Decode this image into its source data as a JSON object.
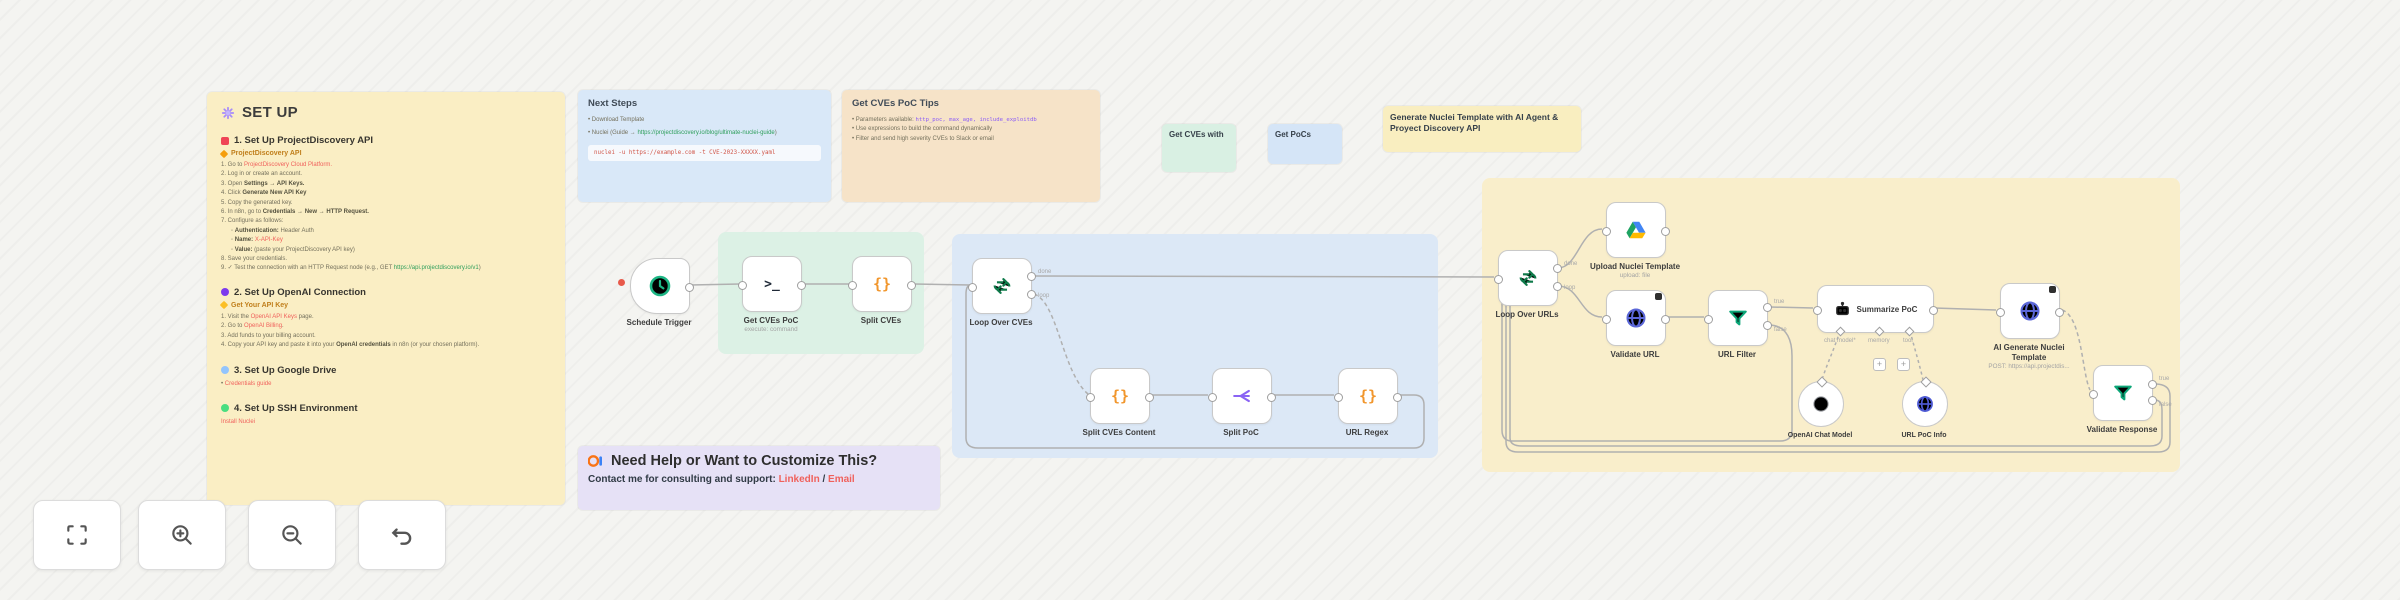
{
  "stickies": {
    "setup": {
      "title": "SET UP",
      "s1": {
        "heading": "1. Set Up ProjectDiscovery API",
        "subheading": "ProjectDiscovery API",
        "steps": [
          {
            "pre": "1. Go to ",
            "lr": "ProjectDiscovery Cloud Platform."
          },
          {
            "pre": "2. Log in or create an account."
          },
          {
            "pre": "3. Open ",
            "b": "Settings → API Keys."
          },
          {
            "pre": "4. Click ",
            "b": "Generate New API Key"
          },
          {
            "pre": "5. Copy the generated key."
          },
          {
            "pre": "6. In n8n, go to ",
            "b": "Credentials → New → HTTP Request."
          },
          {
            "pre": "7. Configure as follows:"
          }
        ],
        "subs": [
          {
            "pre": "◦ ",
            "b": "Authentication:",
            "post": " Header Auth"
          },
          {
            "pre": "◦ ",
            "b": "Name: ",
            "lr": "X-API-Key"
          },
          {
            "pre": "◦ ",
            "b": "Value:",
            "post": " (paste your ProjectDiscovery API key)"
          }
        ],
        "steps2": [
          {
            "pre": "8. Save your credentials."
          },
          {
            "pre": "9. ✓ Test the connection with an HTTP Request node (e.g., GET ",
            "lg": "https://api.projectdiscovery.io/v1",
            "post": ")"
          }
        ]
      },
      "s2": {
        "heading": "2. Set Up OpenAI Connection",
        "subheading": "Get Your API Key",
        "steps": [
          {
            "pre": "1. Visit the ",
            "lr": "OpenAI API Keys",
            "post": " page."
          },
          {
            "pre": "2. Go to ",
            "lr": "OpenAI Billing",
            "post": "."
          },
          {
            "pre": "3. Add funds to your billing account."
          },
          {
            "pre": "4. Copy your API key and paste it into your ",
            "b": "OpenAI credentials",
            "post": " in n8n (or your chosen platform)."
          }
        ]
      },
      "s3": {
        "heading": "3. Set Up Google Drive",
        "bullet": {
          "pre": "• ",
          "lr": "Credentials guide"
        }
      },
      "s4": {
        "heading": "4. Set Up SSH Environment",
        "bullet": {
          "lr": "Install Nuclei"
        }
      }
    },
    "next_steps": {
      "title": "Next Steps",
      "b0": {
        "pre": "• Download Template"
      },
      "b1": {
        "pre": "• Nuclei (Guide → ",
        "lg": "https://projectdiscovery.io/blog/ultimate-nuclei-guide",
        "post": ")"
      },
      "code": "nuclei -u https://example.com -t CVE-2023-XXXXX.yaml"
    },
    "tips": {
      "title": "Get CVEs PoC Tips",
      "b0": {
        "pre": "• Parameters available: ",
        "lp": "http_poc, max_age, include_exploitdb"
      },
      "b1": {
        "pre": "• Use expressions to build the command dynamically"
      },
      "b2": {
        "pre": "• Filter and send high severity CVEs to Slack or email"
      }
    },
    "get_cves": "Get CVEs with",
    "get_pocs": "Get PoCs",
    "generate": "Generate Nuclei Template with AI Agent & Proyect Discovery API",
    "help": {
      "title": "Need Help or Want to Customize This?",
      "contact": "Contact me for consulting and support: ",
      "linkedin": "LinkedIn",
      "sep": " / ",
      "email": "Email"
    }
  },
  "nodes": [
    {
      "label": "Schedule Trigger"
    },
    {
      "label": "Get CVEs PoC",
      "sub": "execute: command"
    },
    {
      "label": "Split CVEs"
    },
    {
      "label": "Loop Over CVEs"
    },
    {
      "label": "Split CVEs Content"
    },
    {
      "label": "Split PoC"
    },
    {
      "label": "URL Regex"
    },
    {
      "label": "Loop Over URLs"
    },
    {
      "label": "Upload Nuclei Template",
      "sub": "upload: file"
    },
    {
      "label": "Validate URL"
    },
    {
      "label": "URL Filter"
    },
    {
      "label": "Summarize PoC"
    },
    {
      "label": "OpenAI Chat Model"
    },
    {
      "label": "URL PoC Info"
    },
    {
      "label": "AI Generate Nuclei Template",
      "sub": "POST: https://api.projectdis..."
    },
    {
      "label": "Validate Response"
    }
  ],
  "ports": {
    "done": "done",
    "loop": "loop",
    "true": "true",
    "false": "false",
    "chat_model": "chat model*",
    "memory": "memory",
    "tool": "tool",
    "plus": "+"
  }
}
